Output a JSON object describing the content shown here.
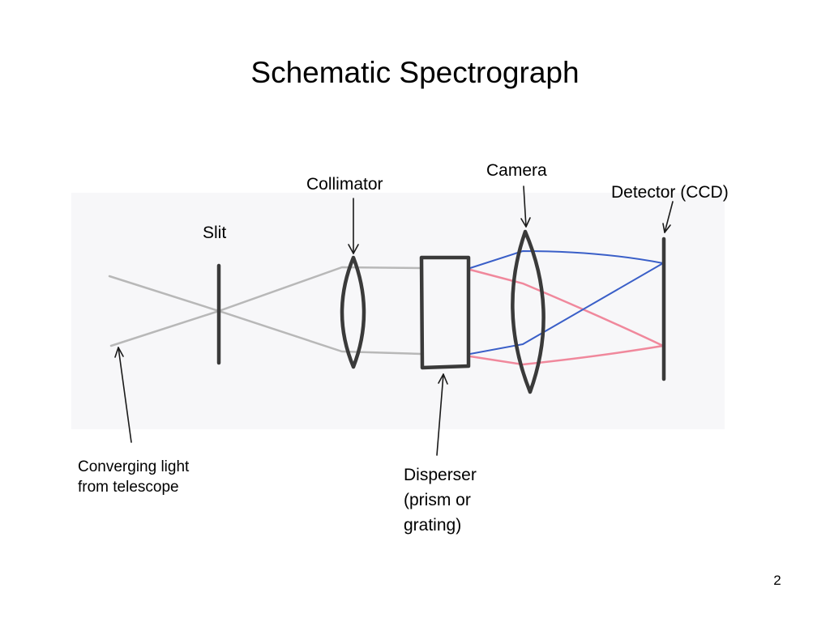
{
  "slide": {
    "title": "Schematic Spectrograph",
    "page_number": "2"
  },
  "labels": {
    "slit": "Slit",
    "collimator": "Collimator",
    "camera": "Camera",
    "detector": "Detector (CCD)",
    "converging_light": [
      "Converging light",
      "from telescope"
    ],
    "disperser": [
      "Disperser",
      "(prism or",
      "grating)"
    ]
  },
  "colors": {
    "ink": "#3a3a3a",
    "incoming_light": "#b8b8b8",
    "blue_ray": "#3a5fc8",
    "red_ray": "#f0889c",
    "paper": "#f7f7f9"
  }
}
